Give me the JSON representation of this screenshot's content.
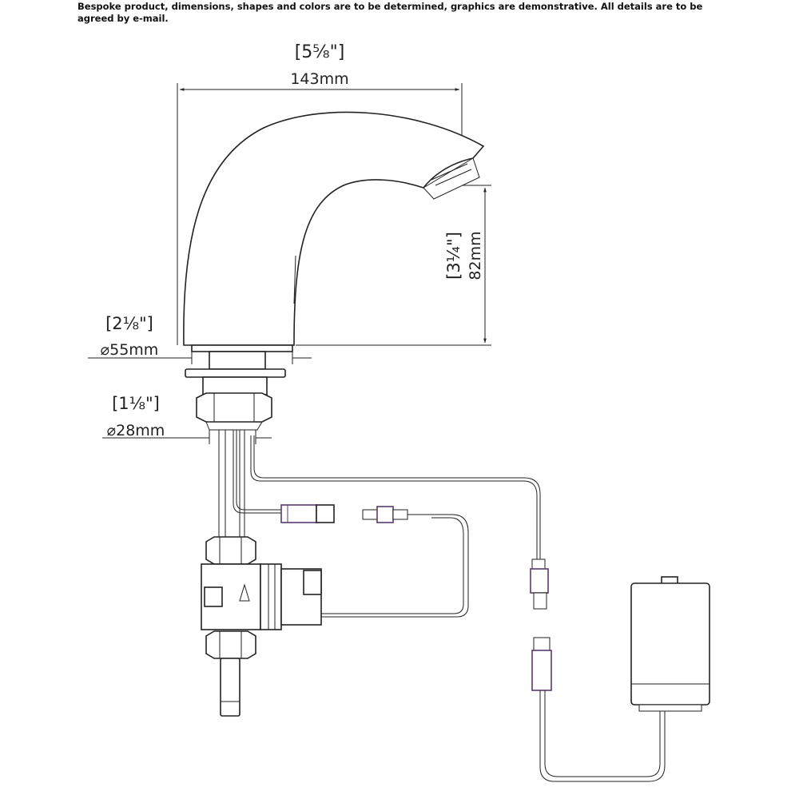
{
  "notice": "Bespoke product, dimensions, shapes and colors are to be determined, graphics are demonstrative. All details are to be agreed by e-mail.",
  "dimensions": {
    "width": {
      "fraction": "[5⅝\"]",
      "metric": "143mm"
    },
    "height": {
      "fraction": "[3¼\"]",
      "metric": "82mm"
    },
    "base_diameter": {
      "fraction": "[2⅛\"]",
      "metric": "⌀55mm"
    },
    "shank_diameter": {
      "fraction": "[1⅛\"]",
      "metric": "⌀28mm"
    }
  },
  "colors": {
    "line": "#222222",
    "connector_accent": "#5a3a6e"
  }
}
